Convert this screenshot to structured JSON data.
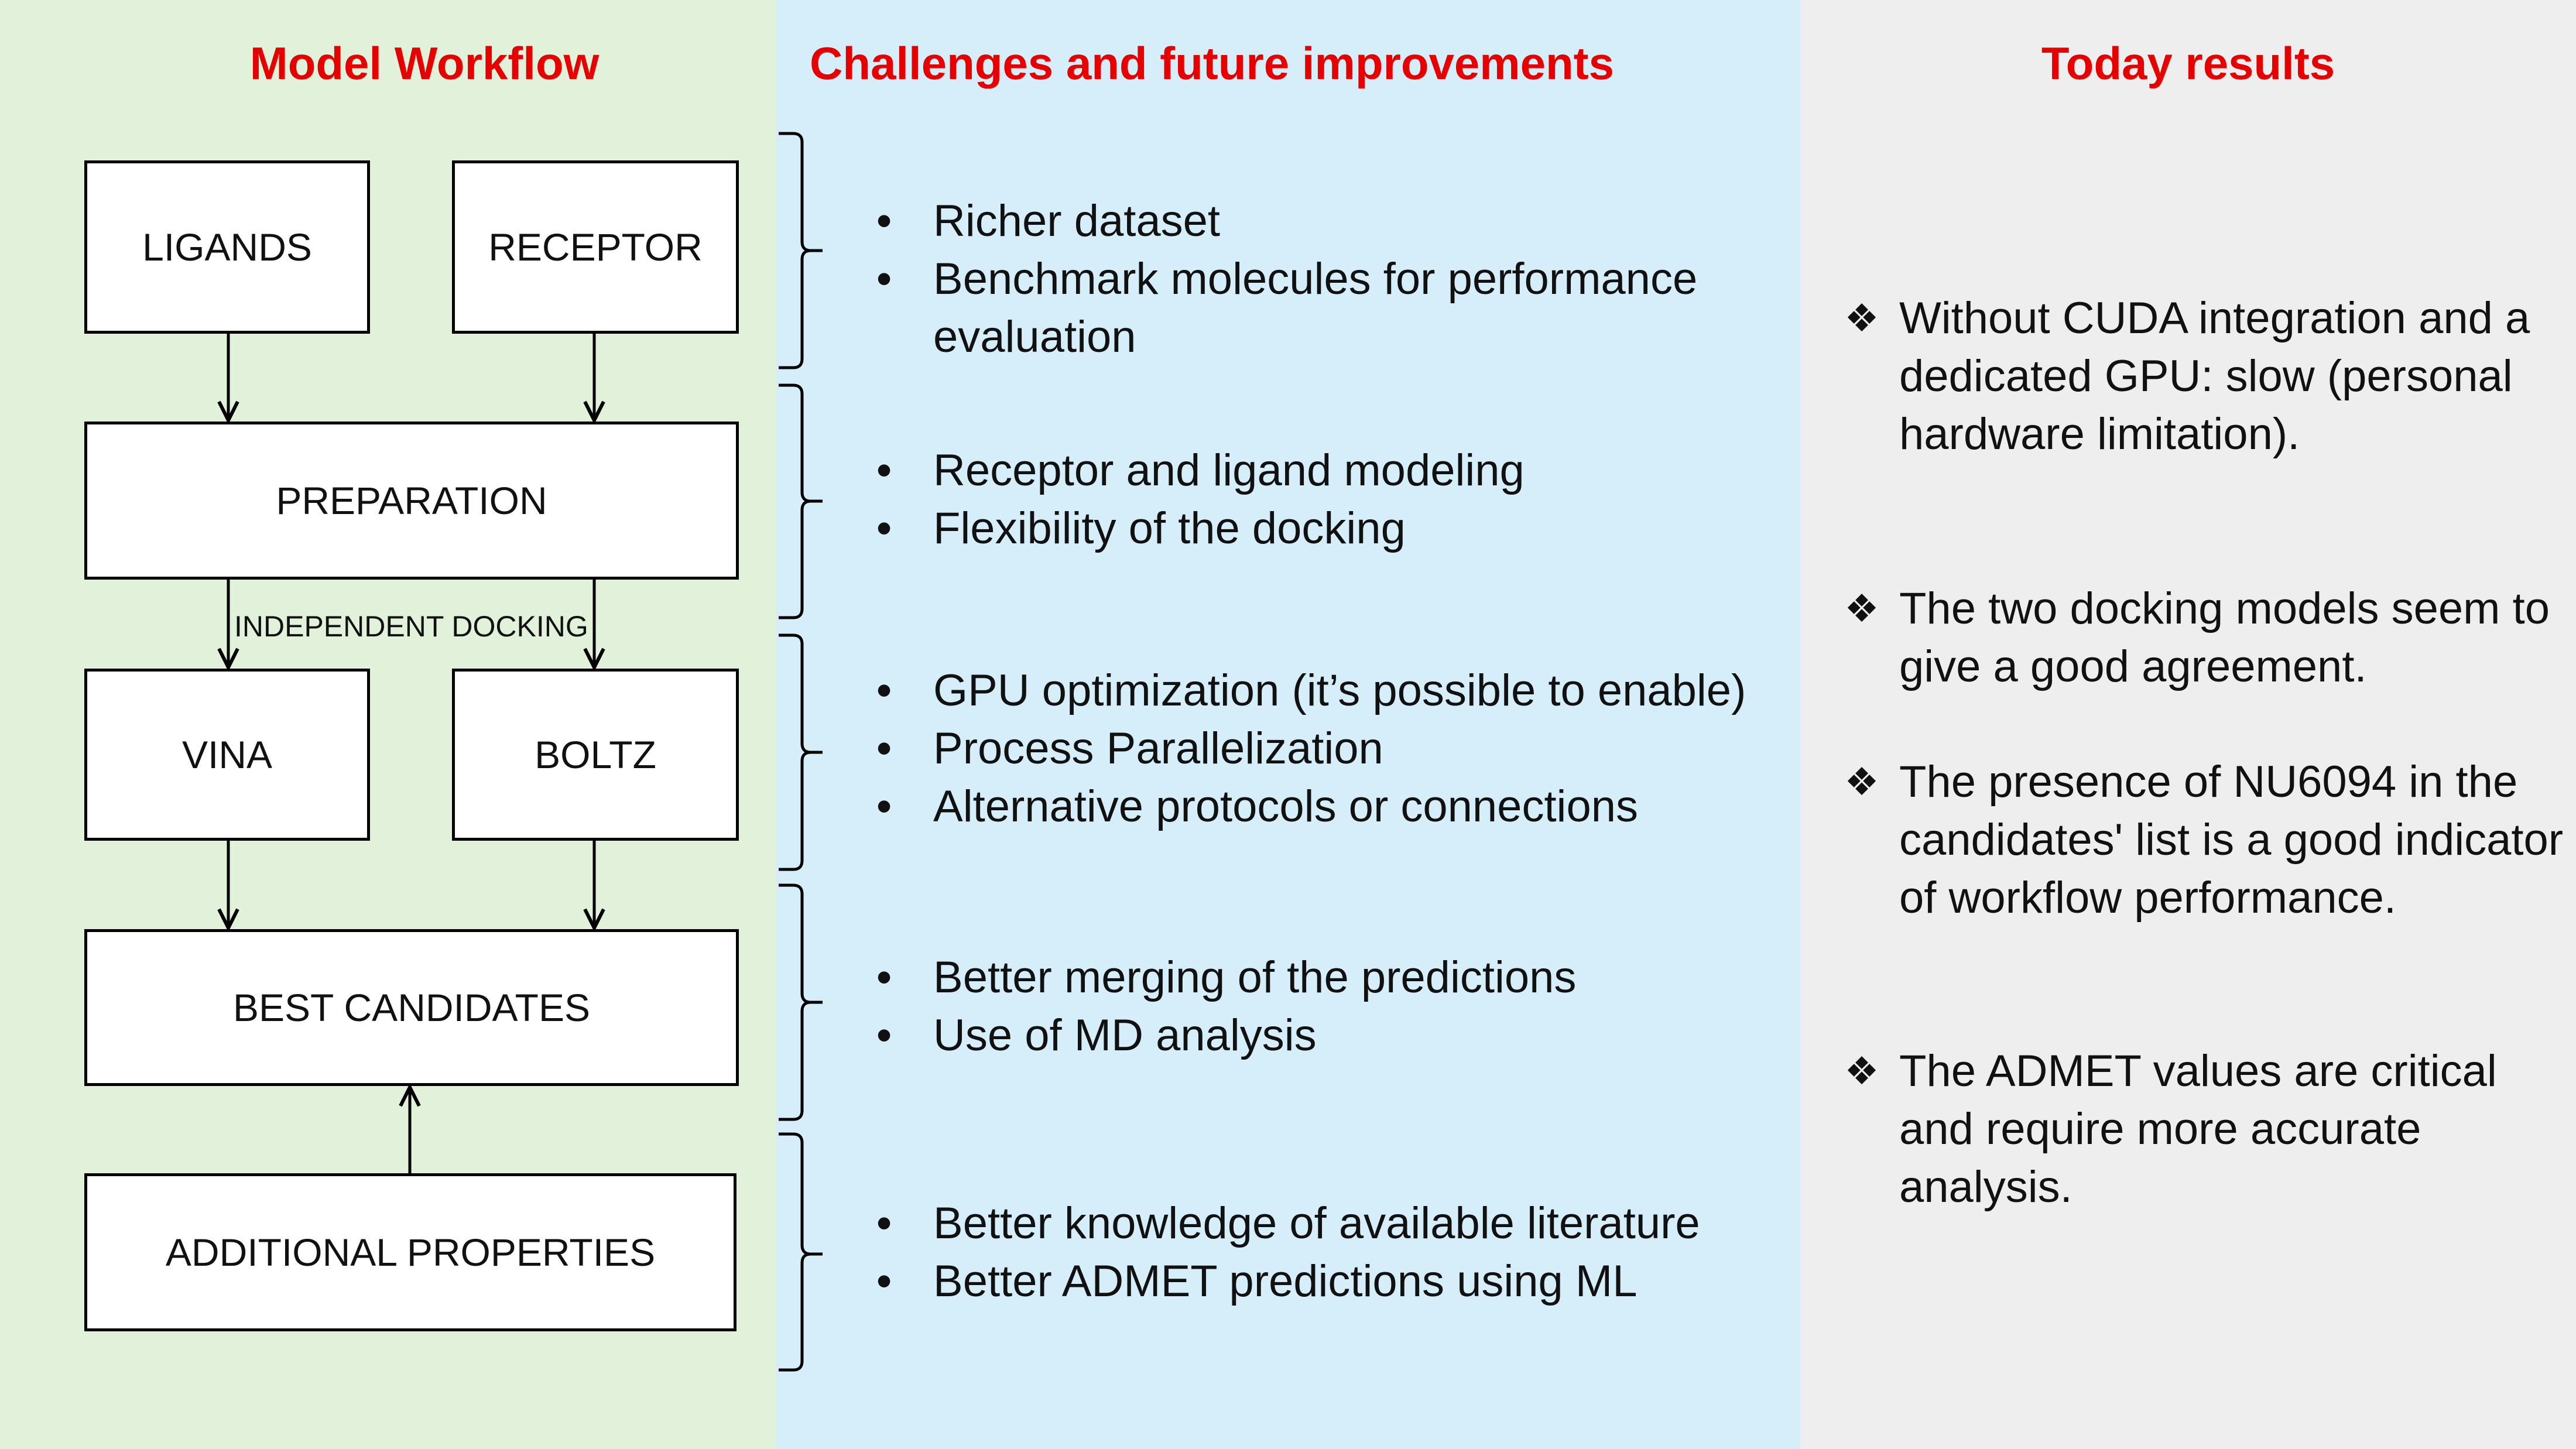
{
  "colors": {
    "workflow_bg": "#e2f1d9",
    "challenges_bg": "#d5eef9",
    "results_bg": "#eeeeee",
    "heading_red": "#e60000"
  },
  "headings": {
    "workflow": "Model Workflow",
    "challenges": "Challenges and  future improvements",
    "results": "Today results"
  },
  "workflow": {
    "ligands": "LIGANDS",
    "receptor": "RECEPTOR",
    "preparation": "PREPARATION",
    "docking_label": "INDEPENDENT DOCKING",
    "vina": "VINA",
    "boltz": "BOLTZ",
    "best_candidates": "BEST CANDIDATES",
    "additional_properties": "ADDITIONAL PROPERTIES"
  },
  "challenges": {
    "bullet_icon": "bullet-dot",
    "bullet": "•",
    "groups": [
      [
        "Richer dataset",
        "Benchmark molecules for performance evaluation"
      ],
      [
        "Receptor and ligand modeling",
        "Flexibility of the docking"
      ],
      [
        "GPU optimization (it’s possible to enable)",
        "Process Parallelization",
        "Alternative protocols or connections"
      ],
      [
        "Better merging of the predictions",
        "Use of MD analysis"
      ],
      [
        "Better knowledge of available literature",
        "Better ADMET predictions using ML"
      ]
    ]
  },
  "results": {
    "bullet_icon": "four-diamond-icon",
    "bullet": "❖",
    "items": [
      "Without CUDA integration and a dedicated GPU: slow (personal hardware limitation).",
      "The two docking models seem to give a good agreement.",
      "The presence of NU6094 in the candidates' list is a good indicator of workflow performance.",
      "The ADMET values are critical and require more accurate analysis."
    ]
  }
}
